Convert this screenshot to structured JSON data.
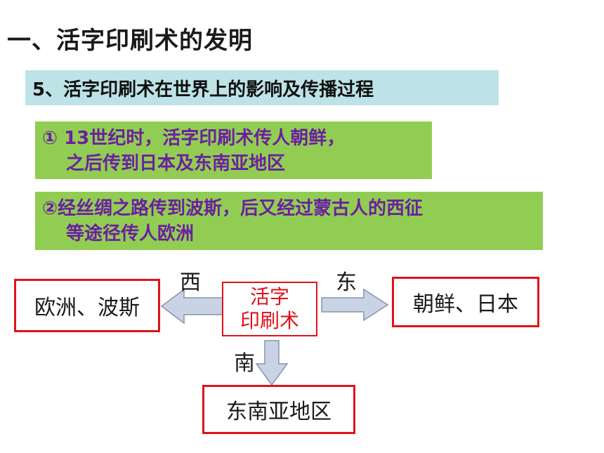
{
  "title": "一、活字印刷术的发明",
  "subtitle": "5、活字印刷术在世界上的影响及传播过程",
  "points": [
    {
      "line1_marker": "① ",
      "line1_num": "13",
      "line1_rest": "世纪时，活字印刷术传人朝鲜，",
      "line2": "之后传到日本及东南亚地区"
    },
    {
      "line1": "②经丝绸之路传到波斯，后又经过蒙古人的西征",
      "line2": "等途径传人欧洲"
    }
  ],
  "diagram": {
    "center_line1": "活字",
    "center_line2": "印刷术",
    "west_label": "西",
    "east_label": "东",
    "south_label": "南",
    "west_box": "欧洲、波斯",
    "east_box": "朝鲜、日本",
    "south_box": "东南亚地区"
  },
  "colors": {
    "subtitle_bg": "#bde3e6",
    "point_bg": "#92cd53",
    "point_text": "#6b1fa0",
    "box_border": "#e0121a",
    "arrow_fill": "#c9d3e6",
    "arrow_stroke": "#8a93a8"
  }
}
